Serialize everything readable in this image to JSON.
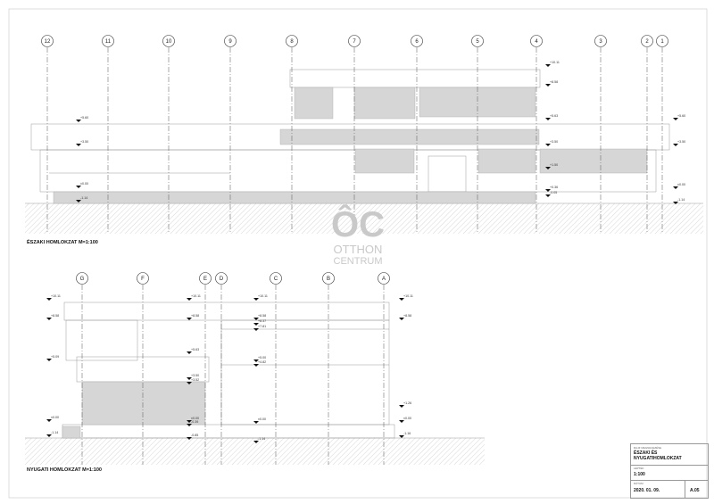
{
  "north": {
    "title": "ÉSZAKI HOMLOKZAT M=1:100",
    "axes": [
      "12",
      "11",
      "10",
      "9",
      "8",
      "7",
      "6",
      "5",
      "4",
      "3",
      "2",
      "1"
    ],
    "levels_left": [
      "+5.60",
      "+3.50",
      "±0.00",
      "-1.14"
    ],
    "levels_mid": [
      "+10.11",
      "+8.58",
      "+5.63",
      "+3.50",
      "+1.50",
      "+0.36",
      "-0.05"
    ],
    "levels_right": [
      "+5.60",
      "+3.50",
      "±0.00",
      "-1.14"
    ]
  },
  "west": {
    "title": "NYUGATI HOMLOKZAT M=1:100",
    "axes": [
      "G",
      "F",
      "E",
      "D",
      "C",
      "B",
      "A"
    ],
    "levels_a": [
      "+10.11",
      "+8.58",
      "+5.09",
      "±0.00",
      "-1.14"
    ],
    "levels_b": [
      "+10.11",
      "+8.58",
      "+5.63",
      "+3.50",
      "+3.52",
      "±0.00",
      "-0.39",
      "-0.85"
    ],
    "levels_c": [
      "+10.11",
      "+8.58",
      "+8.37",
      "+7.81",
      "+5.00",
      "+4.82",
      "±0.00",
      "-1.14"
    ],
    "levels_d": [
      "+10.11",
      "+8.58",
      "+1.26",
      "±0.00",
      "-1.16"
    ]
  },
  "watermark": {
    "logo": "ÔC",
    "line1": "OTTHON",
    "line2": "CENTRUM"
  },
  "title_block": {
    "name_label": "RAJZ MEGNEVEZÉSE",
    "name": "ÉSZAKI ÉS NYUGATIHOMLOKZAT",
    "scale_label": "LÉPTÉK",
    "scale": "1:100",
    "date_label": "DÁTUM",
    "date": "2020. 01. 09.",
    "sheet": "A.05"
  }
}
